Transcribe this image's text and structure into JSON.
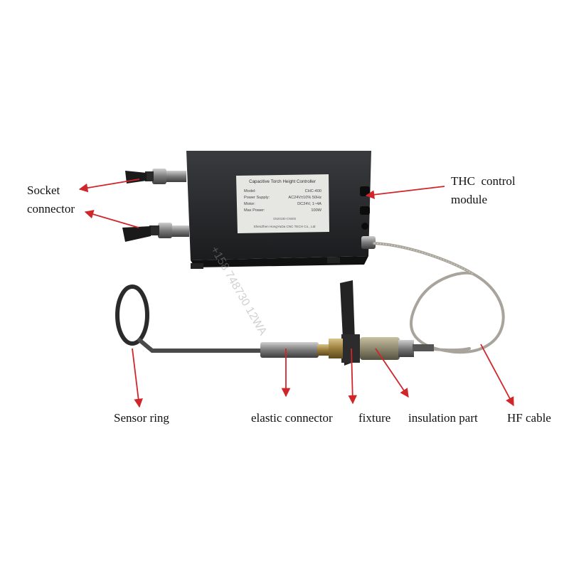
{
  "labels": {
    "socket_connector_line1": "Socket",
    "socket_connector_line2": "connector",
    "thc_line1": "THC  control",
    "thc_line2": "module",
    "sensor_ring": "Sensor ring",
    "elastic_connector": "elastic connector",
    "fixture": "fixture",
    "insulation_part": "insulation part",
    "hf_cable": "HF cable"
  },
  "nameplate": {
    "title": "Capacitive Torch Height Controller",
    "rows": [
      {
        "key": "Model:",
        "value": "CHC-400"
      },
      {
        "key": "Power Supply:",
        "value": "AC24V±10% 50Hz"
      },
      {
        "key": "Motor:",
        "value": "DC24V, 1~4A"
      },
      {
        "key": "Max Power:",
        "value": "100W"
      }
    ],
    "serial": "SN20180-CN000",
    "maker": "ShenZhen HongYuDa CNC TECH Co., Ltd"
  },
  "watermark": "+158 748730 12WA",
  "colors": {
    "arrow": "#d0262a",
    "box": "#1e1f21",
    "plate": "#e8e8e6",
    "cable": "#a8a49c",
    "text": "#111111"
  }
}
